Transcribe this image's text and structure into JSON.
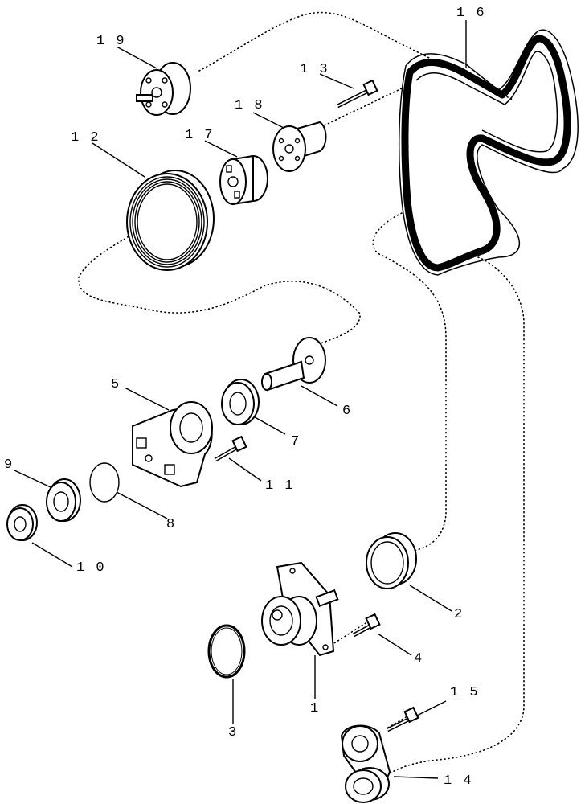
{
  "diagram": {
    "callouts": [
      {
        "id": "1",
        "text": "1"
      },
      {
        "id": "2",
        "text": "2"
      },
      {
        "id": "3",
        "text": "3"
      },
      {
        "id": "4",
        "text": "4"
      },
      {
        "id": "5",
        "text": "5"
      },
      {
        "id": "6",
        "text": "6"
      },
      {
        "id": "7",
        "text": "7"
      },
      {
        "id": "8",
        "text": "8"
      },
      {
        "id": "9",
        "text": "9"
      },
      {
        "id": "10",
        "text": "1 0"
      },
      {
        "id": "11",
        "text": "1 1"
      },
      {
        "id": "12",
        "text": "1 2"
      },
      {
        "id": "13",
        "text": "1 3"
      },
      {
        "id": "14",
        "text": "1 4"
      },
      {
        "id": "15",
        "text": "1 5"
      },
      {
        "id": "16",
        "text": "1 6"
      },
      {
        "id": "17",
        "text": "1 7"
      },
      {
        "id": "18",
        "text": "1 8"
      },
      {
        "id": "19",
        "text": "1 9"
      }
    ]
  }
}
